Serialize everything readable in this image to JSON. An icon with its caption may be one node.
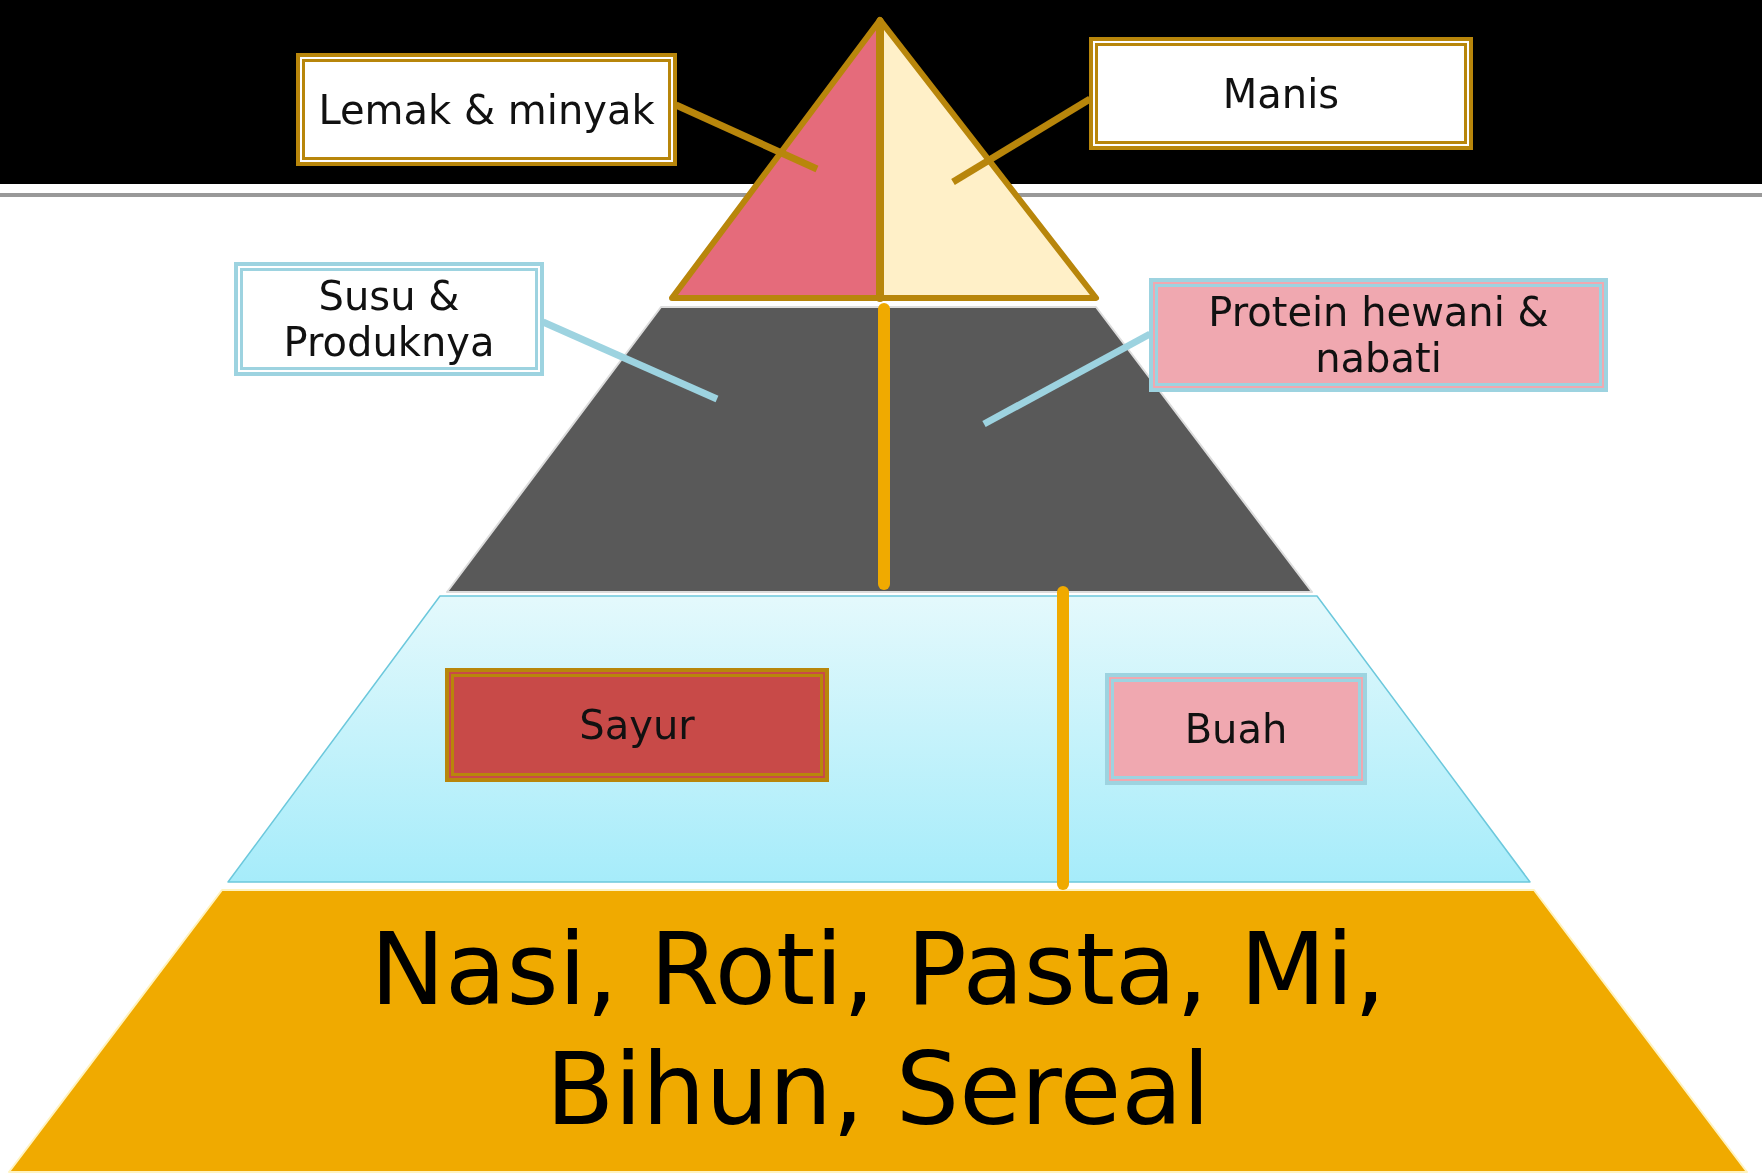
{
  "diagram": {
    "nodes": [
      {
        "text": [
          "Lemak & minyak"
        ]
      },
      {
        "text": [
          "Manis"
        ]
      },
      {
        "text": [],
        "shape": "triangle"
      },
      {
        "text": [],
        "shape": "triangle"
      },
      {
        "text": [
          "Susu & Produknya"
        ]
      },
      {
        "text": [
          "Protein hewani & nabati"
        ]
      },
      {
        "text": [],
        "shape": "trapezoid"
      },
      {
        "text": [],
        "shape": "trapezoid"
      },
      {
        "text": [
          "Sayur"
        ],
        "in": 7
      },
      {
        "text": [
          "Buah"
        ],
        "in": 7
      },
      {
        "text": [
          "Nasi, Roti, Pasta, Mi, Bihun, Sereal"
        ]
      }
    ],
    "edges": [
      {
        "from": 0,
        "to": 2,
        "arrow": "none"
      },
      {
        "from": 1,
        "to": 3,
        "arrow": "none"
      },
      {
        "from": 4,
        "to": 6,
        "arrow": "none",
        "color": "#9dd3e0"
      },
      {
        "from": 5,
        "to": 6,
        "arrow": "none",
        "color": "#9dd3e0"
      }
    ]
  }
}
